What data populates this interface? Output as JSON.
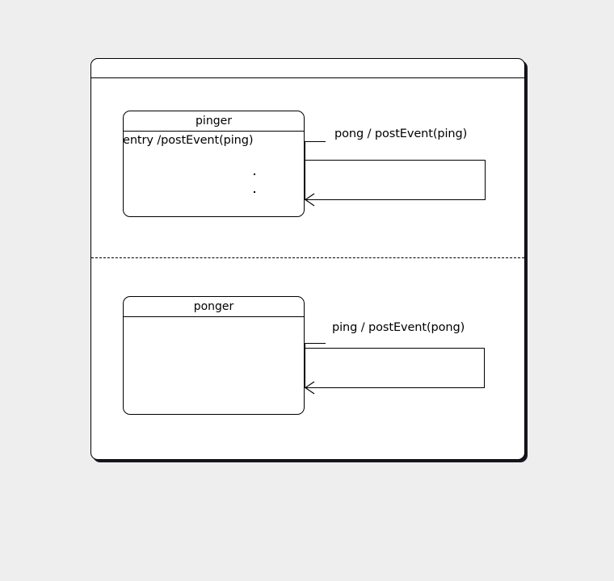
{
  "diagram": {
    "type": "uml-state-machine",
    "background_color": "#eeeeee",
    "line_color": "#000000",
    "fill_color": "#ffffff",
    "composite_state": {
      "title": "",
      "regions": 2,
      "divider": "dashed-horizontal"
    },
    "states": [
      {
        "id": "pinger",
        "name": "pinger",
        "region": "top",
        "actions": [
          "entry /postEvent(ping)"
        ],
        "body_marks": 2
      },
      {
        "id": "ponger",
        "name": "ponger",
        "region": "bottom",
        "actions": [],
        "body_marks": 0
      }
    ],
    "transitions": [
      {
        "id": "pinger-self",
        "source": "pinger",
        "target": "pinger",
        "kind": "self-transition",
        "label": "pong / postEvent(ping)",
        "trigger": "pong",
        "effect": "postEvent(ping)",
        "arrow_direction": "left"
      },
      {
        "id": "ponger-self",
        "source": "ponger",
        "target": "ponger",
        "kind": "self-transition",
        "label": "ping / postEvent(pong)",
        "trigger": "ping",
        "effect": "postEvent(pong)",
        "arrow_direction": "left"
      }
    ]
  }
}
